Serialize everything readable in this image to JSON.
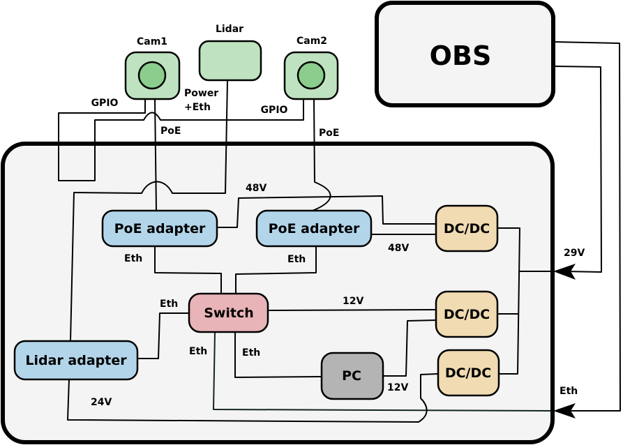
{
  "nodes": {
    "obs": "OBS",
    "cam1": "Cam1",
    "cam2": "Cam2",
    "lidar": "Lidar",
    "poe_adapter_left": "PoE adapter",
    "poe_adapter_right": "PoE adapter",
    "switch": "Switch",
    "pc": "PC",
    "dcdc_top": "DC/DC",
    "dcdc_mid": "DC/DC",
    "dcdc_bottom": "DC/DC",
    "lidar_adapter": "Lidar adapter"
  },
  "edge_labels": {
    "gpio_cam1": "GPIO",
    "gpio_cam2": "GPIO",
    "poe_cam1": "PoE",
    "poe_cam2": "PoE",
    "power_eth_line1": "Power",
    "power_eth_line2": "+Eth",
    "v48_top": "48V",
    "v48_right": "48V",
    "v29": "29V",
    "eth_poe_left": "Eth",
    "eth_poe_right": "Eth",
    "eth_lidar_adapter": "Eth",
    "v12_switch": "12V",
    "eth_switch_down": "Eth",
    "eth_switch_pc": "Eth",
    "v12_pc": "12V",
    "v24": "24V",
    "eth_obs": "Eth"
  },
  "colors": {
    "enclosure_fill": "#f4f4f4",
    "camera_fill": "#bfe3c0",
    "lens_fill": "#8bcd8c",
    "adapter_fill": "#b3d5ea",
    "switch_fill": "#e8b4b7",
    "pc_fill": "#b4b4b4",
    "dcdc_fill": "#f0dbb2",
    "line": "#000000"
  }
}
